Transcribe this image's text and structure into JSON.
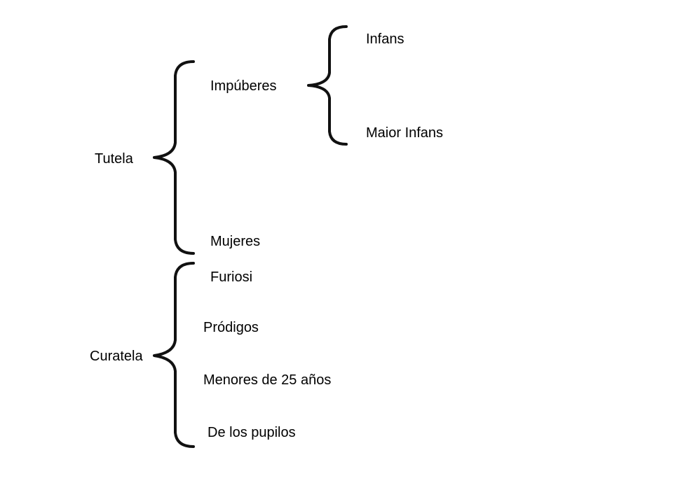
{
  "diagram": {
    "tutela": {
      "label": "Tutela",
      "children": {
        "impuberes": {
          "label": "Impúberes",
          "children": [
            "Infans",
            "Maior Infans"
          ]
        },
        "mujeres": {
          "label": "Mujeres"
        }
      }
    },
    "curatela": {
      "label": "Curatela",
      "children": [
        "Furiosi",
        "Pródigos",
        "Menores de 25 años",
        "De los pupilos"
      ]
    }
  },
  "colors": {
    "background": "#ffffff",
    "text": "#000000",
    "brace": "#111111"
  }
}
